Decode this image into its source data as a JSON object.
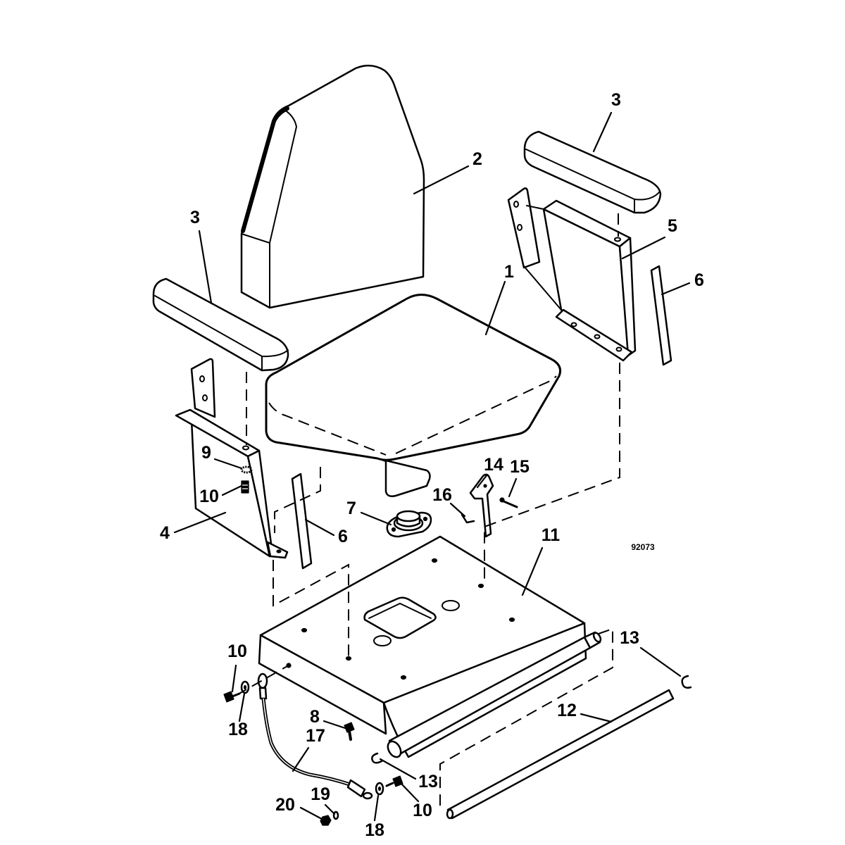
{
  "diagram": {
    "callouts": [
      "3",
      "2",
      "3",
      "5",
      "1",
      "6",
      "9",
      "14",
      "15",
      "10",
      "16",
      "7",
      "4",
      "6",
      "11",
      "13",
      "10",
      "12",
      "8",
      "18",
      "17",
      "13",
      "19",
      "20",
      "10",
      "18"
    ],
    "drawing_number": "92073"
  }
}
